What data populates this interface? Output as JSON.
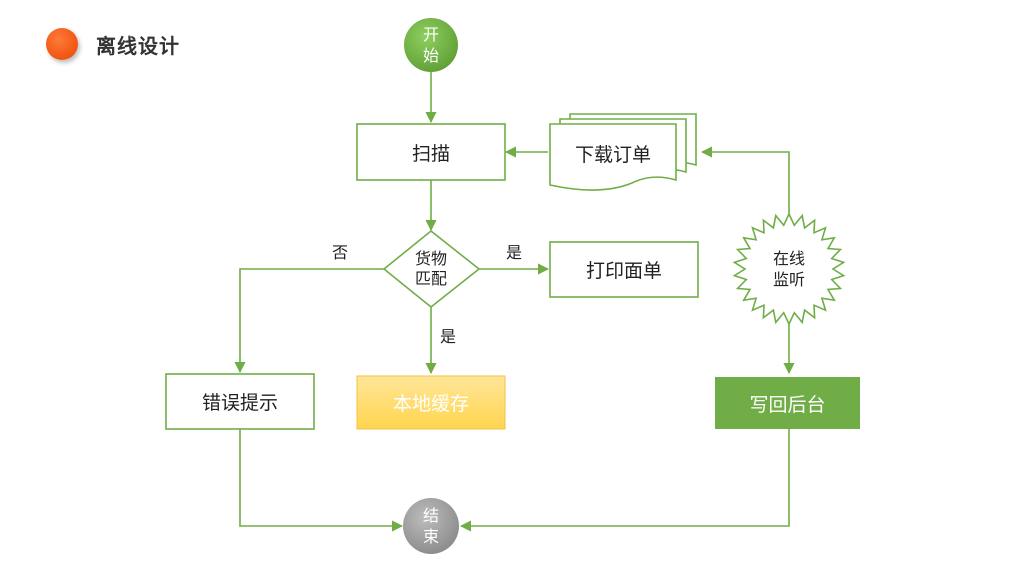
{
  "page": {
    "title": "离线设计"
  },
  "nodes": {
    "start": {
      "line1": "开",
      "line2": "始"
    },
    "scan": "扫描",
    "download": "下载订单",
    "match": {
      "line1": "货物",
      "line2": "匹配"
    },
    "print": "打印面单",
    "error": "错误提示",
    "cache": "本地缓存",
    "monitor": {
      "line1": "在线",
      "line2": "监听"
    },
    "writeback": "写回后台",
    "end": {
      "line1": "结",
      "line2": "束"
    }
  },
  "edges": {
    "no_label": "否",
    "yes_right_label": "是",
    "yes_down_label": "是"
  },
  "colors": {
    "accent_orange": "#f25a16",
    "line_green": "#70ad47",
    "start_green": "#70ad47",
    "end_gray": "#9e9e9e",
    "cache_fill": "#ffd966",
    "writeback_fill": "#70ad47"
  }
}
